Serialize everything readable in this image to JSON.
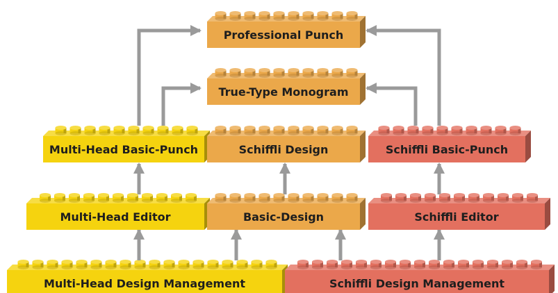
{
  "colors": {
    "yellow": "#f5d30f",
    "orange": "#eba84a",
    "red": "#e3705f",
    "arrow": "#9a9a9a",
    "text": "#1e1e1e"
  },
  "bricks": [
    {
      "id": "professional-punch",
      "label": "Professional Punch",
      "color": "orange"
    },
    {
      "id": "true-type-monogram",
      "label": "True-Type Monogram",
      "color": "orange"
    },
    {
      "id": "multi-head-basic-punch",
      "label": "Multi-Head Basic-Punch",
      "color": "yellow"
    },
    {
      "id": "schiffli-design",
      "label": "Schiffli Design",
      "color": "orange"
    },
    {
      "id": "schiffli-basic-punch",
      "label": "Schiffli Basic-Punch",
      "color": "red"
    },
    {
      "id": "multi-head-editor",
      "label": "Multi-Head Editor",
      "color": "yellow"
    },
    {
      "id": "basic-design",
      "label": "Basic-Design",
      "color": "orange"
    },
    {
      "id": "schiffli-editor",
      "label": "Schiffli Editor",
      "color": "red"
    },
    {
      "id": "multi-head-design-management",
      "label": "Multi-Head Design Management",
      "color": "yellow"
    },
    {
      "id": "schiffli-design-management",
      "label": "Schiffli Design Management",
      "color": "red"
    }
  ],
  "arrows": [
    {
      "from": "multi-head-basic-punch",
      "to": "professional-punch"
    },
    {
      "from": "multi-head-basic-punch",
      "to": "true-type-monogram"
    },
    {
      "from": "schiffli-basic-punch",
      "to": "professional-punch"
    },
    {
      "from": "schiffli-basic-punch",
      "to": "true-type-monogram"
    },
    {
      "from": "multi-head-editor",
      "to": "multi-head-basic-punch"
    },
    {
      "from": "basic-design",
      "to": "schiffli-design"
    },
    {
      "from": "schiffli-editor",
      "to": "schiffli-basic-punch"
    },
    {
      "from": "multi-head-design-management",
      "to": "multi-head-editor"
    },
    {
      "from": "multi-head-design-management",
      "to": "basic-design"
    },
    {
      "from": "schiffli-design-management",
      "to": "basic-design"
    },
    {
      "from": "schiffli-design-management",
      "to": "schiffli-editor"
    }
  ]
}
